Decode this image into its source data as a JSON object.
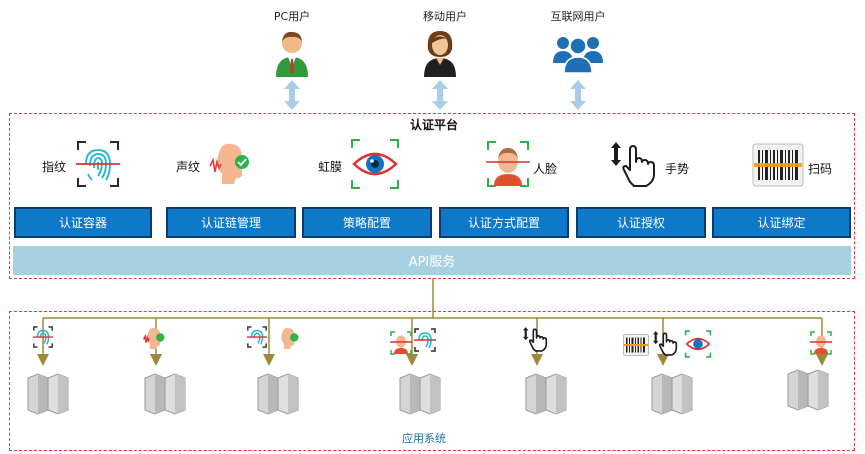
{
  "users": [
    {
      "label": "PC用户",
      "icon": "pc-user-icon"
    },
    {
      "label": "移动用户",
      "icon": "mobile-user-icon"
    },
    {
      "label": "互联网用户",
      "icon": "internet-users-icon"
    }
  ],
  "platform": {
    "title": "认证平台",
    "capabilities": [
      {
        "label": "指纹",
        "icon": "fingerprint-icon"
      },
      {
        "label": "声纹",
        "icon": "voiceprint-icon"
      },
      {
        "label": "虹膜",
        "icon": "iris-icon"
      },
      {
        "label": "人脸",
        "icon": "face-icon"
      },
      {
        "label": "手势",
        "icon": "gesture-icon"
      },
      {
        "label": "扫码",
        "icon": "barcode-icon"
      }
    ],
    "modules": [
      "认证容器",
      "认证链管理",
      "策略配置",
      "认证方式配置",
      "认证授权",
      "认证绑定"
    ],
    "api": "API服务"
  },
  "apps": {
    "title": "应用系统"
  },
  "colors": {
    "border_dashed": "#e8393f",
    "module_bg": "#0d79c8",
    "api_bg": "#a7d1e0",
    "connector": "#9c8a3c",
    "arrow": "#a9cde6"
  }
}
